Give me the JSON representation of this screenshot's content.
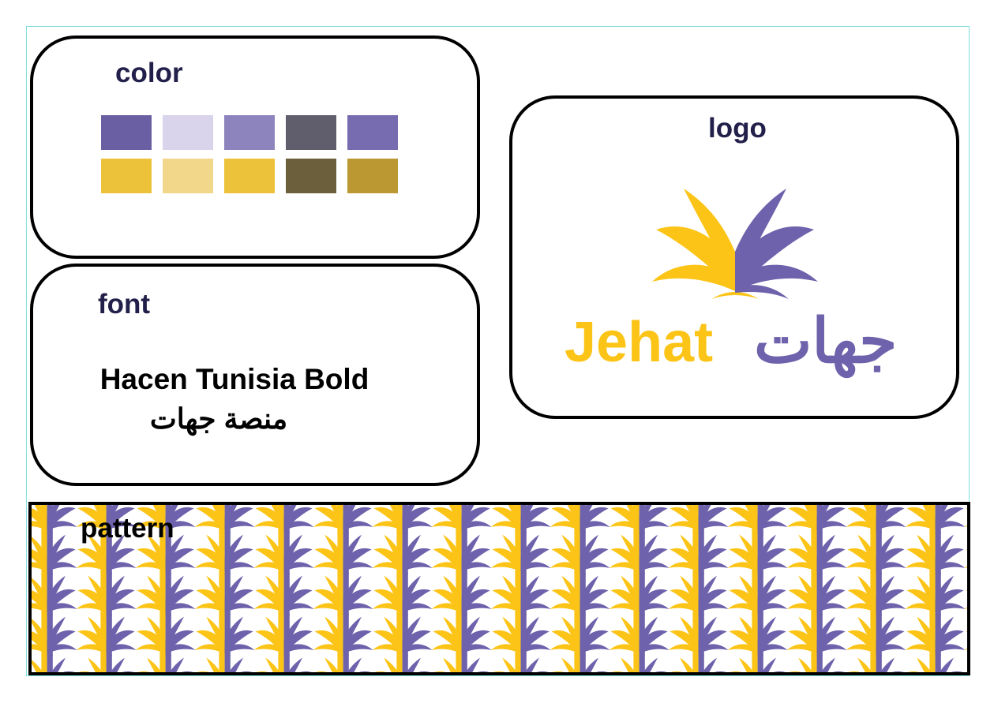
{
  "color": {
    "title": "color",
    "swatches_row1": [
      "#6a5fa2",
      "#d9d4eb",
      "#8d84bd",
      "#605e6c",
      "#776cb0"
    ],
    "swatches_row2": [
      "#ecc23a",
      "#f2d68a",
      "#ecc23a",
      "#6c5f3b",
      "#bb9832"
    ]
  },
  "font": {
    "title": "font",
    "sample_latin": "Hacen Tunisia Bold",
    "sample_arabic": "منصة جهات"
  },
  "logo": {
    "title": "logo",
    "wordmark_latin": "Jehat",
    "wordmark_arabic": "جهات",
    "colors": {
      "yellow": "#fbc416",
      "purple": "#6d62ab"
    }
  },
  "pattern": {
    "title": "pattern"
  }
}
